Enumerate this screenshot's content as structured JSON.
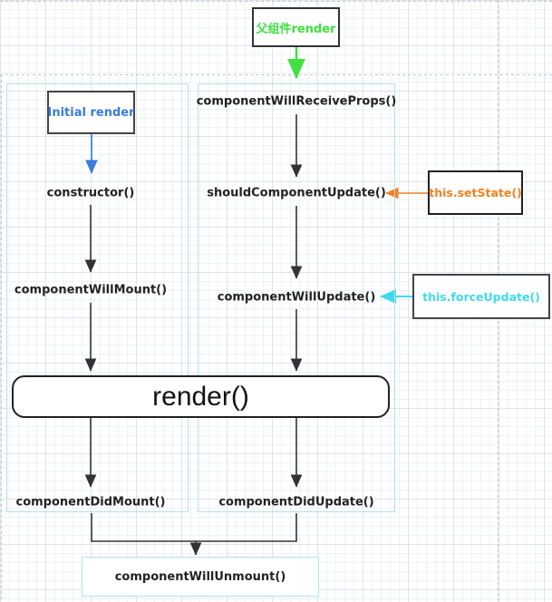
{
  "diagram": {
    "boxes": {
      "parent_render": "父组件render",
      "initial_render": "Initial render",
      "set_state": "this.setState()",
      "force_update": "this.forceUpdate()",
      "render": "render()",
      "unmount": "componentWillUnmount()"
    },
    "left_steps": {
      "constructor": "constructor()",
      "will_mount": "componentWillMount()",
      "did_mount": "componentDidMount()"
    },
    "right_steps": {
      "will_receive_props": "componentWillReceiveProps()",
      "should_update": "shouldComponentUpdate()",
      "will_update": "componentWillUpdate()",
      "did_update": "componentDidUpdate()"
    },
    "colors": {
      "parent_render_text": "#3fe03f",
      "initial_render_text": "#3a7bdb",
      "set_state_text": "#ef8122",
      "force_update_text": "#3fd9ef",
      "arrow_green": "#3fe03f",
      "arrow_blue": "#3a7bdb",
      "arrow_orange": "#ef8122",
      "arrow_cyan": "#3fd9ef",
      "arrow_black": "#333333",
      "column_border": "#b4e0ee"
    }
  }
}
